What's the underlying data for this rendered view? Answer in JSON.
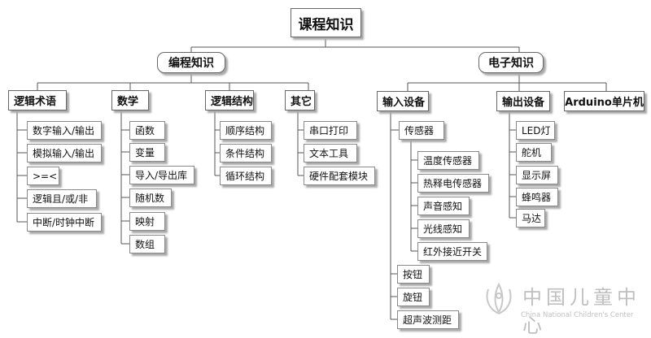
{
  "root": "课程知识",
  "branches": {
    "programming": {
      "label": "编程知识",
      "logic_terms": {
        "label": "逻辑术语",
        "items": [
          "数字输入/输出",
          "模拟输入/输出",
          ">=<",
          "逻辑且/或/非",
          "中断/时钟中断"
        ]
      },
      "math": {
        "label": "数学",
        "items": [
          "函数",
          "变量",
          "导入/导出库",
          "随机数",
          "映射",
          "数组"
        ]
      },
      "logic_structures": {
        "label": "逻辑结构",
        "items": [
          "顺序结构",
          "条件结构",
          "循环结构"
        ]
      },
      "other": {
        "label": "其它",
        "items": [
          "串口打印",
          "文本工具",
          "硬件配套模块"
        ]
      }
    },
    "electronics": {
      "label": "电子知识",
      "input_devices": {
        "label": "输入设备",
        "sensor": {
          "label": "传感器",
          "items": [
            "温度传感器",
            "热释电传感器",
            "声音感知",
            "光线感知",
            "红外接近开关"
          ]
        },
        "items": [
          "按钮",
          "旋钮",
          "超声波测距"
        ]
      },
      "output_devices": {
        "label": "输出设备",
        "items": [
          "LED灯",
          "舵机",
          "显示屏",
          "蜂鸣器",
          "马达"
        ]
      },
      "arduino": {
        "label": "Arduino单片机"
      }
    }
  },
  "watermark": {
    "cn": "中国儿童中心",
    "en": "China National Children's Center"
  }
}
